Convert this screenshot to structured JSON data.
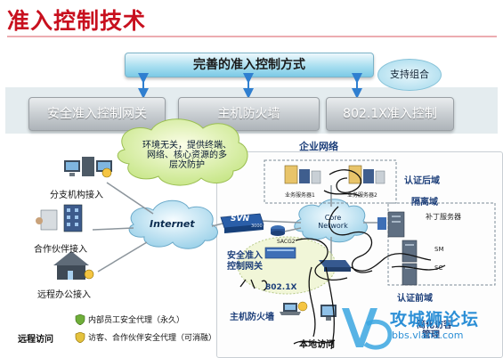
{
  "title": "准入控制技术",
  "top_box": "完善的准入控制方式",
  "combo_badge": "支持组合",
  "methods": [
    "安全准入控制网关",
    "主机防火墙",
    "802.1X准入控制"
  ],
  "benefits": [
    "环境无关，提供终端、",
    "网络、核心资源的多",
    "层次防护"
  ],
  "sites": {
    "branch": "分支机构接入",
    "partner": "合作伙伴接入",
    "remote_office": "远程办公接入",
    "remote_access": "远程访问"
  },
  "internet_label": "Internet",
  "svn_label": "SVN",
  "svn_sub": "3000",
  "enterprise": {
    "title": "企业网络",
    "auth_back": "认证后域",
    "isolation": "隔离域",
    "patch_server": "补丁服务器",
    "server1": "业务服务器1",
    "server2": "业务服务器2",
    "core_network": [
      "Core",
      "Network"
    ],
    "gateway": [
      "安全准入",
      "控制网关"
    ],
    "sacg": "SACG2",
    "dot1x": "802.1X",
    "host_fw": "主机防火墙",
    "auth_front": "认证前域",
    "sm": "SM",
    "sc": "SC",
    "local_access": "本地访问",
    "simplified_mgmt": [
      "简化访客",
      "管理"
    ]
  },
  "legend": {
    "internal": "内部员工安全代理（永久）",
    "visitor": "访客、合作伙伴安全代理（可消融）"
  },
  "watermark": {
    "name": "攻城狮论坛",
    "url": "bbs.vlan5.com"
  },
  "colors": {
    "title_red": "#c8101e",
    "accent_blue": "#1d3f7a",
    "cloud_blue": "#bfe3f3",
    "arrow_blue": "#2f7fd0",
    "link_gray": "#8c959c"
  }
}
